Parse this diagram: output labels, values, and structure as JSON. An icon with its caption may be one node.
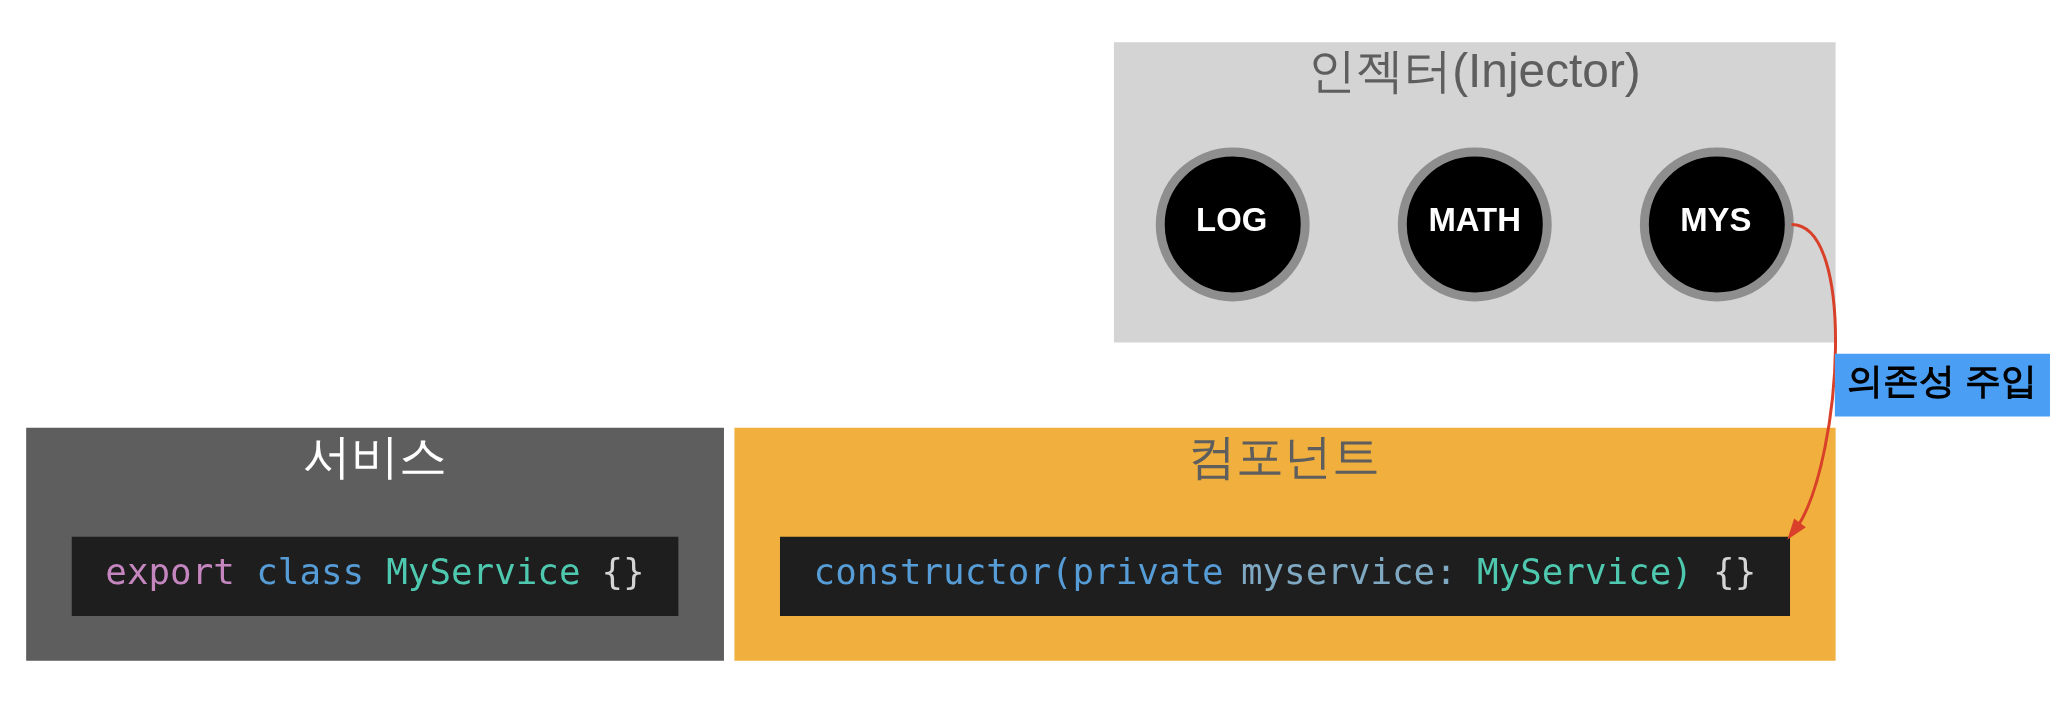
{
  "diagram": {
    "nodes": [
      {
        "text": [
          "인젝터(Injector)"
        ]
      },
      {
        "text": [
          "LOG"
        ],
        "in": 0
      },
      {
        "text": [
          "MATH"
        ],
        "in": 0
      },
      {
        "text": [
          "MYS"
        ],
        "in": 0
      },
      {
        "text": [
          "서비스"
        ]
      },
      {
        "text": [
          "export class MyService {}"
        ],
        "in": 4
      },
      {
        "text": [
          "컴포넌트"
        ]
      },
      {
        "text": [
          "constructor(private myservice: MyService) {}"
        ],
        "in": 6
      }
    ],
    "edges": [
      {
        "from": 3,
        "to": 7,
        "arrow": "to",
        "label": "의존성 주입",
        "color": "#d9402a"
      }
    ]
  }
}
